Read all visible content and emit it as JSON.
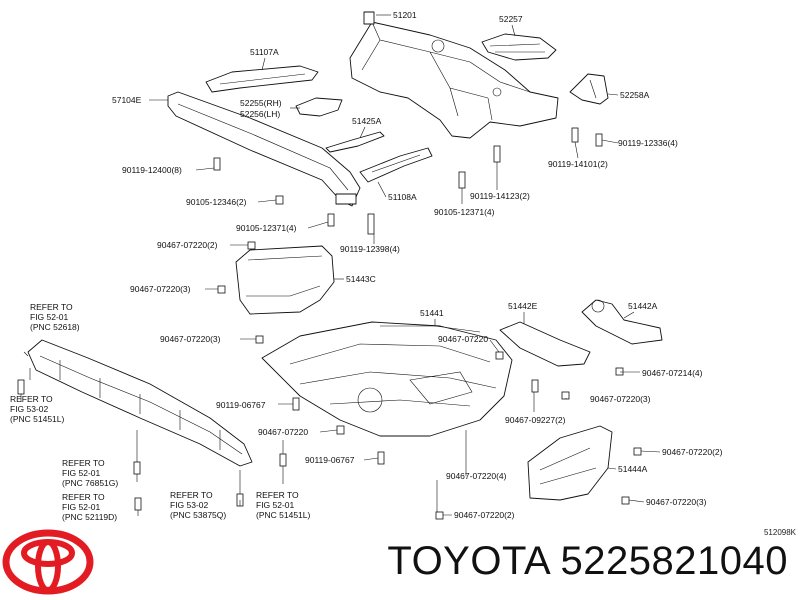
{
  "diagram": {
    "part_labels": {
      "p51201": "51201",
      "p52257": "52257",
      "p51107A": "51107A",
      "p57104E": "57104E",
      "p52255": "52255(RH)",
      "p52256": "52256(LH)",
      "p52258A": "52258A",
      "p51425A": "51425A",
      "p51108A": "51108A",
      "p51443C": "51443C",
      "p51441": "51441",
      "p51442E": "51442E",
      "p51442A": "51442A",
      "p51444A": "51444A"
    },
    "fastener_labels": {
      "f1": "90119-12400(8)",
      "f2": "90105-12346(2)",
      "f3": "90105-12371(4)",
      "f4": "90119-12398(4)",
      "f5": "90105-12371(4)",
      "f6": "90119-14123(2)",
      "f7": "90119-14101(2)",
      "f8": "90119-12336(4)",
      "f9": "90467-07220(2)",
      "f10": "90467-07220(3)",
      "f11": "90467-07220(3)",
      "f12": "90467-07220",
      "f13": "90119-06767",
      "f14": "90467-07220",
      "f15": "90119-06767",
      "f16": "90467-07220(4)",
      "f17": "90467-07220(2)",
      "f18": "90467-09227(2)",
      "f19": "90467-07220(3)",
      "f20": "90467-07214(4)",
      "f21": "90467-07220(2)",
      "f22": "90467-07220(3)"
    },
    "references": {
      "r1": [
        "REFER TO",
        "FIG 52-01",
        "(PNC 52618)"
      ],
      "r2": [
        "REFER TO",
        "FIG 53-02",
        "(PNC 51451L)"
      ],
      "r3": [
        "REFER TO",
        "FIG 52-01",
        "(PNC 76851G)"
      ],
      "r4": [
        "REFER TO",
        "FIG 52-01",
        "(PNC 52119D)"
      ],
      "r5": [
        "REFER TO",
        "FIG 53-02",
        "(PNC 53875Q)"
      ],
      "r6": [
        "REFER TO",
        "FIG 52-01",
        "(PNC 51451L)"
      ]
    },
    "ref_code": "512098K"
  },
  "brand": {
    "name": "TOYOTA",
    "part_number": "5225821040",
    "caption": "TOYOTA 5225821040",
    "logo_icon": "toyota-logo-icon",
    "logo_color": "#e31b23"
  }
}
